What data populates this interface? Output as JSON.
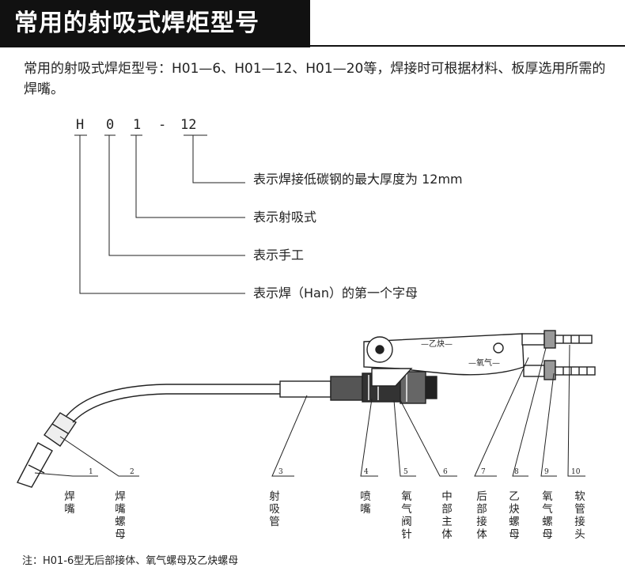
{
  "header": {
    "title": "常用的射吸式焊炬型号"
  },
  "intro": {
    "text": "常用的射吸式焊炬型号：H01—6、H01—12、H01—20等，焊接时可根据材料、板厚选用所需的焊嘴。"
  },
  "code": {
    "letters": [
      "H",
      "0",
      "1",
      "-",
      "12"
    ],
    "descriptions": [
      "表示焊接低碳钢的最大厚度为 12mm",
      "表示射吸式",
      "表示手工",
      "表示焊（Han）的第一个字母"
    ]
  },
  "torch": {
    "tank_labels": [
      "—乙炔—",
      "—氧气—"
    ],
    "parts": [
      {
        "num": "1",
        "label": "焊嘴"
      },
      {
        "num": "2",
        "label": "焊嘴螺母"
      },
      {
        "num": "3",
        "label": "射吸管"
      },
      {
        "num": "4",
        "label": "喷嘴"
      },
      {
        "num": "5",
        "label": "氧气阀针"
      },
      {
        "num": "6",
        "label": "中部主体"
      },
      {
        "num": "7",
        "label": "后部接体"
      },
      {
        "num": "8",
        "label": "乙炔螺母"
      },
      {
        "num": "9",
        "label": "氧气螺母"
      },
      {
        "num": "10",
        "label": "软管接头"
      }
    ]
  },
  "note": {
    "text": "注：H01-6型无后部接体、氧气螺母及乙炔螺母"
  }
}
